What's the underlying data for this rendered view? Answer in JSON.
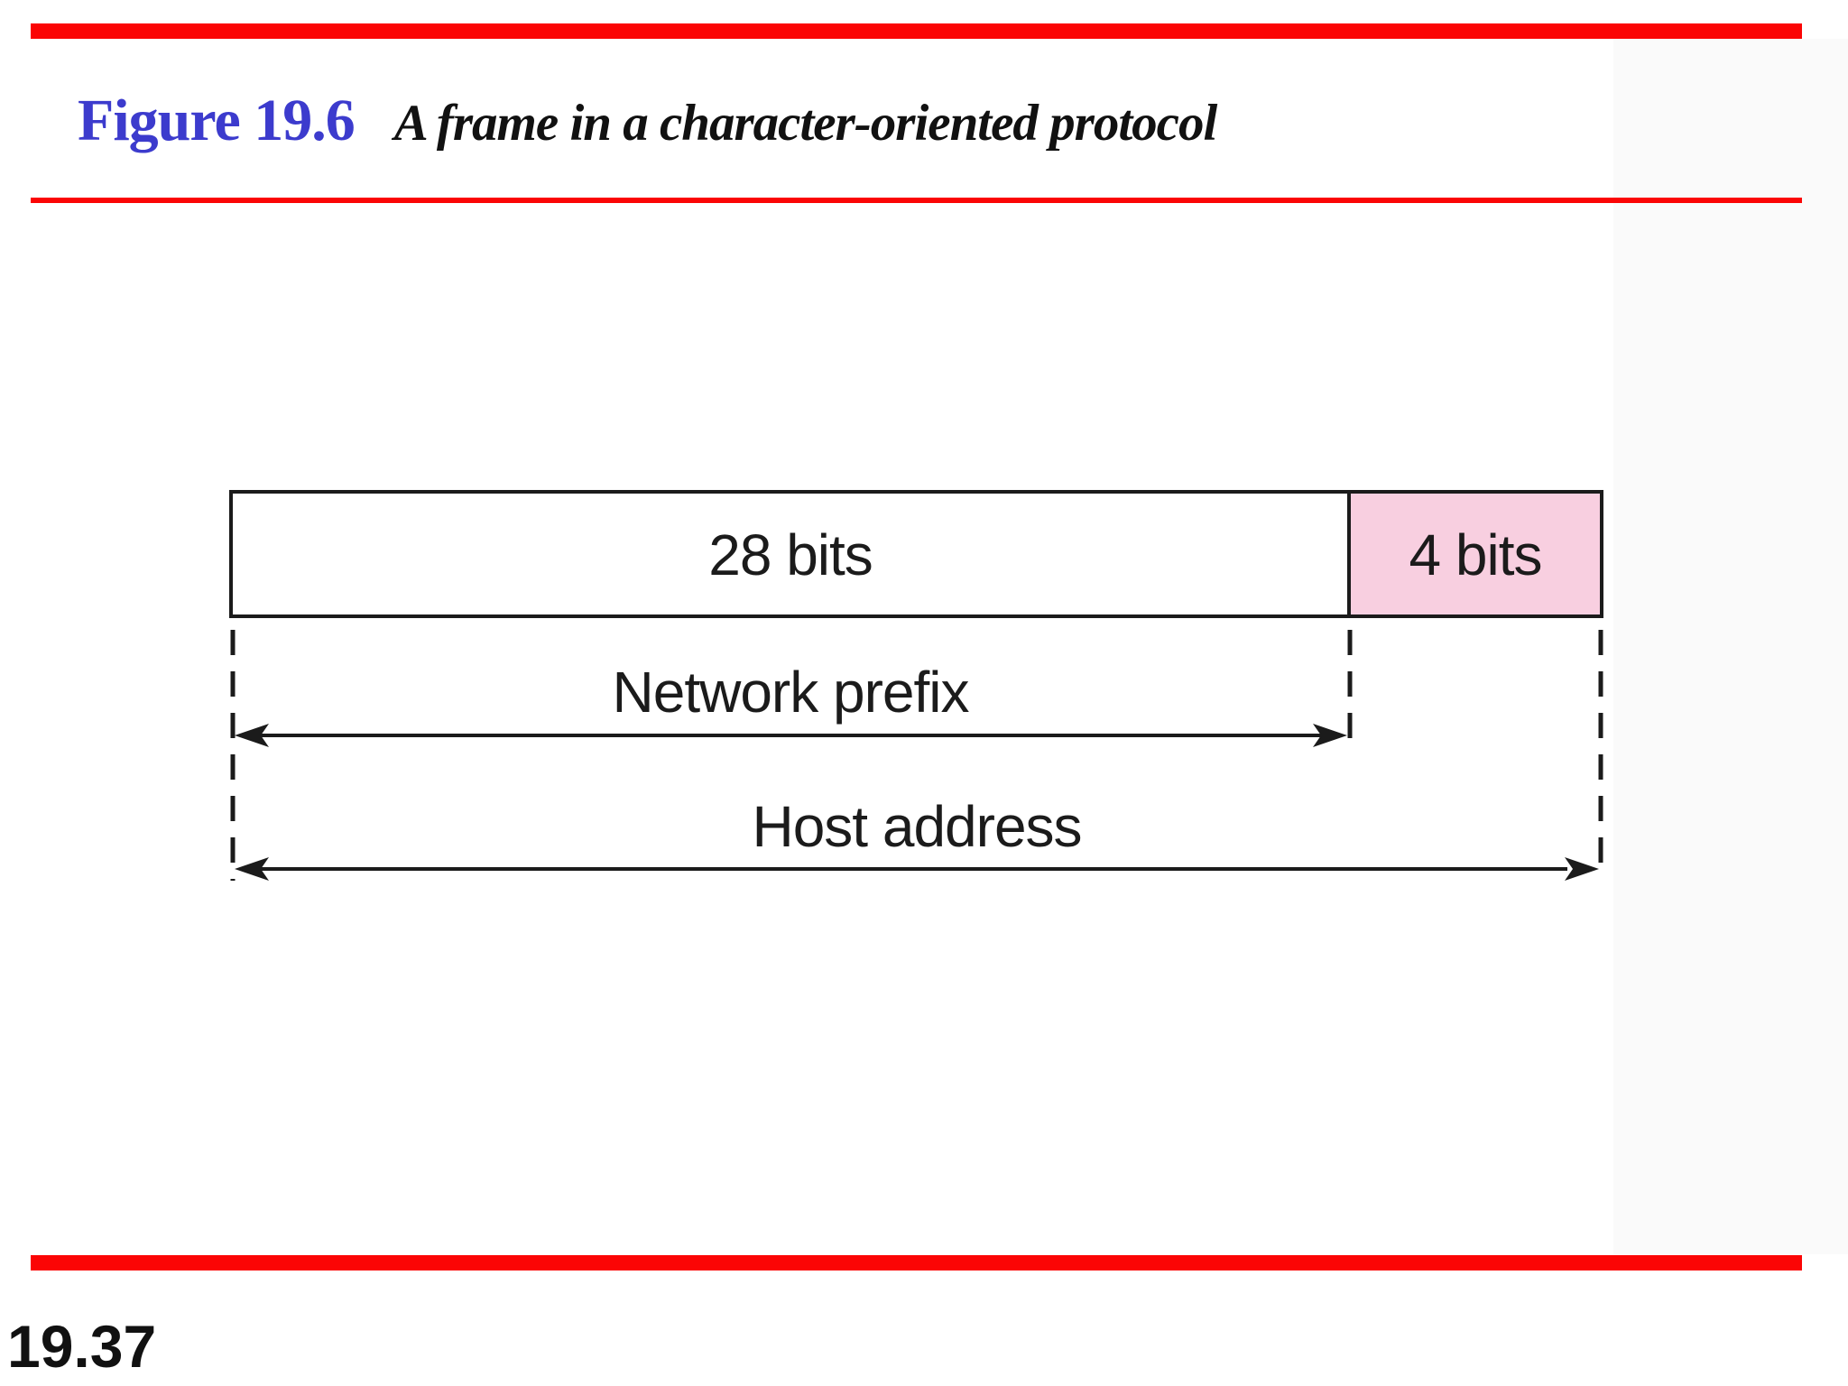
{
  "header": {
    "figure_label": "Figure 19.6",
    "figure_caption": "A frame in a character-oriented protocol"
  },
  "diagram": {
    "prefix_field_label": "28 bits",
    "suffix_field_label": "4 bits",
    "network_prefix_label": "Network prefix",
    "host_address_label": "Host address"
  },
  "footer": {
    "page_number": "19.37"
  },
  "colors": {
    "accent_red": "#fb0505",
    "title_blue": "#3c3bcd",
    "field_pink": "#f8cfe0",
    "diagram_ink": "#1b1b1b"
  }
}
